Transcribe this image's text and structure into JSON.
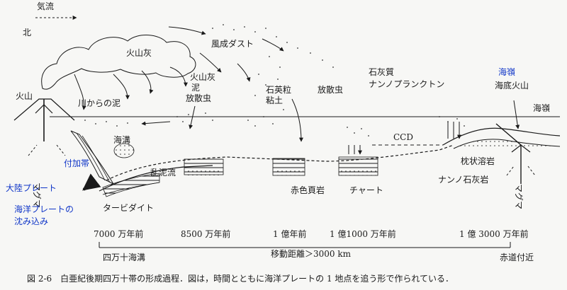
{
  "labels": {
    "airflow": "気流",
    "north": "北",
    "volcanic_ash": "火山灰",
    "wind_dust": "風成ダスト",
    "volcano": "火山",
    "mud_from_river": "川からの泥",
    "ash_mud_radiolaria_1": "火山灰",
    "ash_mud_radiolaria_2": "泥",
    "ash_mud_radiolaria_3": "放散虫",
    "quartz_clay_1": "石英粒",
    "quartz_clay_2": "粘土",
    "radiolaria": "放散虫",
    "calcareous_1": "石灰質",
    "calcareous_2": "ナンノプランクトン",
    "seamount_blue": "海嶺",
    "seamount_volcano": "海底火山",
    "sea_level": "海嶺",
    "trench": "海溝",
    "ccd": "CCD",
    "accretionary_wedge": "付加帯",
    "magma_left": "マグマ",
    "turbidity_flow": "乱泥流",
    "pillow_lava": "枕状溶岩",
    "nanno_limestone": "ナンノ石灰岩",
    "magma_right": "マグマ",
    "continental_plate": "大陸プレート",
    "red_shale": "赤色頁岩",
    "chert": "チャート",
    "subduction_1": "海洋プレートの",
    "subduction_2": "沈み込み",
    "turbidite": "タービダイト"
  },
  "timeline": {
    "t1": "7000 万年前",
    "t2": "8500 万年前",
    "t3": "1 億年前",
    "t4": "1 億1000 万年前",
    "t5": "1 億 3000 万年前"
  },
  "bottom": {
    "left": "四万十海溝",
    "middle": "移動距離＞3000 km",
    "right": "赤道付近"
  },
  "caption": "図 2-6　白亜紀後期四万十帯の形成過程．図は，時間とともに海洋プレートの 1 地点を追う形で作られている．",
  "colors": {
    "ink": "#1a1a1a",
    "blue": "#1036c8",
    "paper": "#f7f7f5"
  }
}
